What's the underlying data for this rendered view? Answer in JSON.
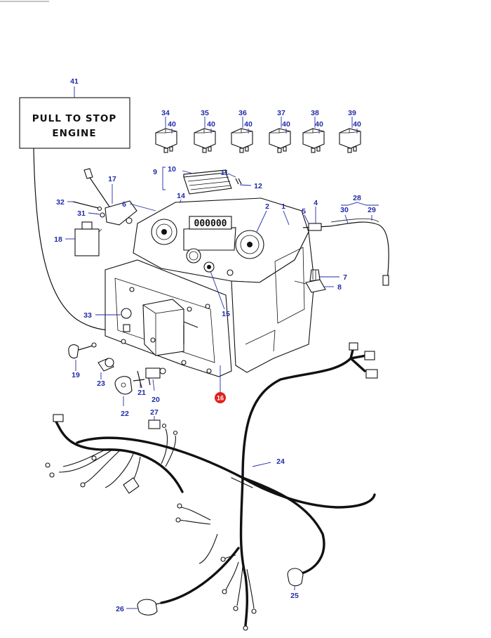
{
  "sign": {
    "line1": "PULL TO STOP",
    "line2": "ENGINE"
  },
  "callouts": [
    {
      "id": "c41",
      "label": "41"
    },
    {
      "id": "c34",
      "label": "34"
    },
    {
      "id": "c34b",
      "label": "40"
    },
    {
      "id": "c35",
      "label": "35"
    },
    {
      "id": "c35b",
      "label": "40"
    },
    {
      "id": "c36",
      "label": "36"
    },
    {
      "id": "c36b",
      "label": "40"
    },
    {
      "id": "c37",
      "label": "37"
    },
    {
      "id": "c37b",
      "label": "40"
    },
    {
      "id": "c38",
      "label": "38"
    },
    {
      "id": "c38b",
      "label": "40"
    },
    {
      "id": "c39",
      "label": "39"
    },
    {
      "id": "c39b",
      "label": "40"
    },
    {
      "id": "c9",
      "label": "9"
    },
    {
      "id": "c10",
      "label": "10"
    },
    {
      "id": "c11",
      "label": "11"
    },
    {
      "id": "c12",
      "label": "12"
    },
    {
      "id": "c17",
      "label": "17"
    },
    {
      "id": "c14",
      "label": "14"
    },
    {
      "id": "c32",
      "label": "32"
    },
    {
      "id": "c6",
      "label": "6"
    },
    {
      "id": "c31",
      "label": "31"
    },
    {
      "id": "c2",
      "label": "2"
    },
    {
      "id": "c1",
      "label": "1"
    },
    {
      "id": "c5",
      "label": "5"
    },
    {
      "id": "c4",
      "label": "4"
    },
    {
      "id": "c28",
      "label": "28"
    },
    {
      "id": "c30",
      "label": "30"
    },
    {
      "id": "c29",
      "label": "29"
    },
    {
      "id": "c18",
      "label": "18"
    },
    {
      "id": "c7",
      "label": "7"
    },
    {
      "id": "c8",
      "label": "8"
    },
    {
      "id": "c33",
      "label": "33"
    },
    {
      "id": "c15",
      "label": "15"
    },
    {
      "id": "c19",
      "label": "19"
    },
    {
      "id": "c23",
      "label": "23"
    },
    {
      "id": "c21",
      "label": "21"
    },
    {
      "id": "c20",
      "label": "20"
    },
    {
      "id": "c22",
      "label": "22"
    },
    {
      "id": "c27",
      "label": "27"
    },
    {
      "id": "c24",
      "label": "24"
    },
    {
      "id": "c25",
      "label": "25"
    },
    {
      "id": "c26",
      "label": "26"
    }
  ],
  "highlight": {
    "label": "16",
    "color": "#e0201c"
  },
  "odometer": "000000",
  "colors": {
    "callout": "#1f2aa8",
    "ink": "#111111",
    "highlight": "#e0201c"
  }
}
